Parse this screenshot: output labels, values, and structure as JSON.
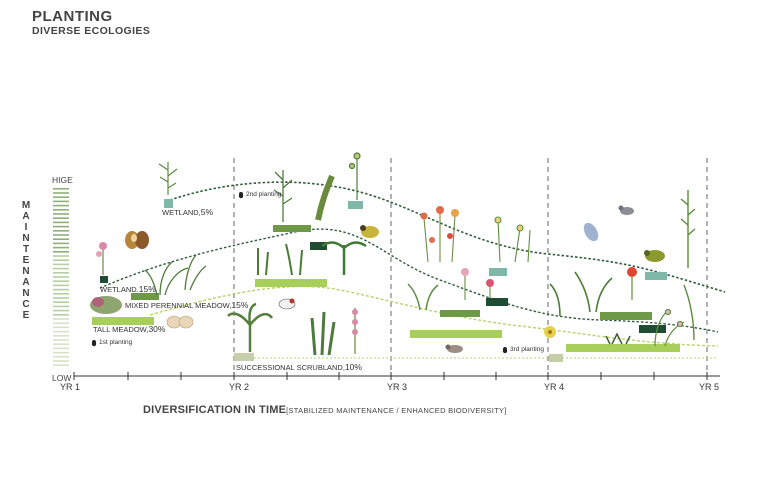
{
  "header": {
    "title": "PLANTING",
    "subtitle": "DIVERSE ECOLOGIES"
  },
  "y_axis": {
    "label": "MAINTENANCE",
    "high": "HIGE",
    "low": "LOW"
  },
  "x_axis": {
    "ticks": [
      "YR 1",
      "YR 2",
      "YR 3",
      "YR 4",
      "YR 5"
    ],
    "title": "DIVERSIFICATION IN TIME",
    "subtitle": "[STABILIZED MAINTENANCE / ENHANCED BIODIVERSITY]"
  },
  "ecologies": [
    {
      "name": "TALL MEADOW",
      "pct": "30%"
    },
    {
      "name": "MIXED PERENNIAL MEADOW",
      "pct": "15%"
    },
    {
      "name": "WETLAND",
      "pct": "15%"
    },
    {
      "name": "WETLAND",
      "pct": "5%"
    },
    {
      "name": "SUCCESSIONAL SCRUBLAND",
      "pct": "10%"
    }
  ],
  "plantings": [
    "1st planting",
    "2nd planting",
    "3rd planting"
  ],
  "colors": {
    "light_green": "#a8cf5a",
    "mid_green": "#6e9a47",
    "dark_green": "#1f4d33",
    "teal": "#7fb8a6",
    "pale": "#c3cfa9",
    "curve_dark": "#2f5e3a",
    "curve_light": "#b7d36a"
  }
}
